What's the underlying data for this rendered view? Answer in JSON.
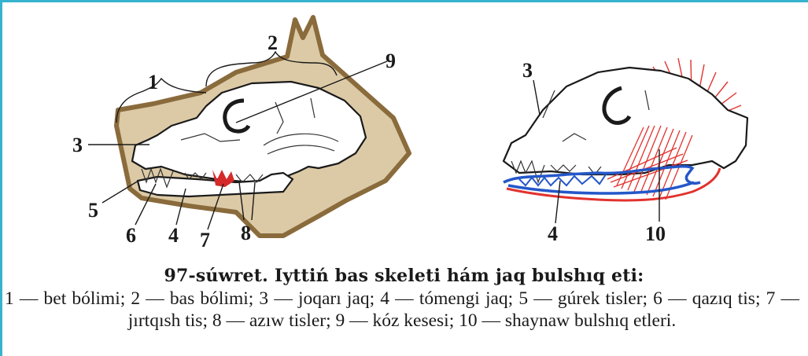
{
  "figure": {
    "left_labels": {
      "n1": "1",
      "n2": "2",
      "n3": "3",
      "n5": "5",
      "n6": "6",
      "n4": "4",
      "n7": "7",
      "n8": "8",
      "n9": "9"
    },
    "right_labels": {
      "n3": "3",
      "n4": "4",
      "n10": "10"
    }
  },
  "caption": {
    "title": "97-súwret. Iyttiń bas skeleti hám jaq bulshıq eti:",
    "legend": "1 — bet bólimi; 2 — bas bólimi; 3 — joqarı jaq; 4 — tómengi jaq; 5 — gúrek tisler; 6 — qazıq tis; 7 — jırtqısh tis; 8 — azıw tisler; 9 — kóz kesesi; 10 — shaynaw bulshıq etleri."
  },
  "colors": {
    "frame_rule": "#37b3cf",
    "head_outline_fill": "#dccaa6",
    "head_outline_stroke": "#8a6b3c",
    "carnassial_red": "#d42a2a",
    "muscle_red": "#e2322e",
    "muscle_blue": "#2457c9"
  }
}
